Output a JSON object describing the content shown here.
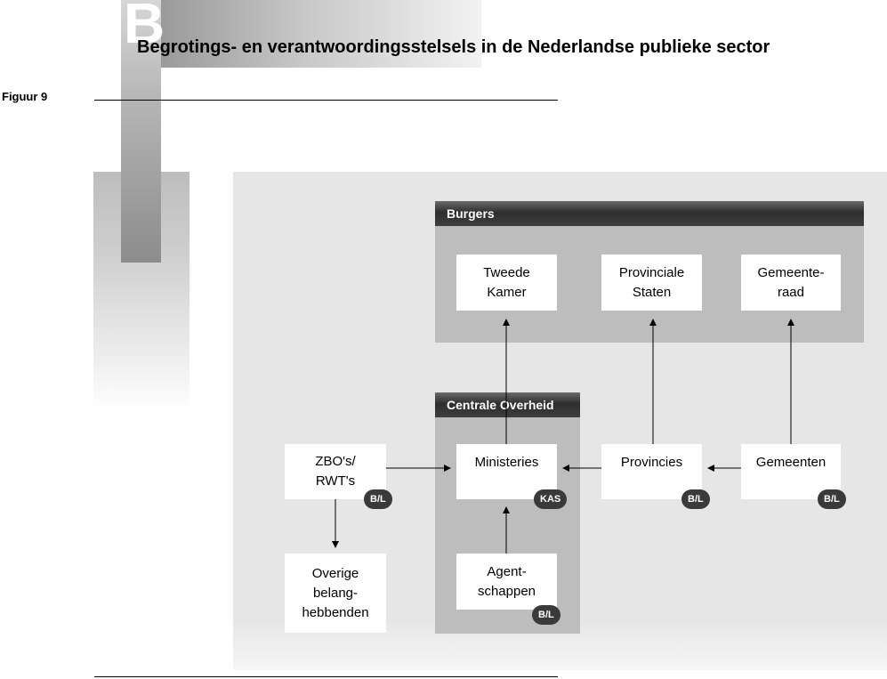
{
  "header": {
    "letter": "B",
    "title": "Begrotings- en verantwoordingsstelsels in de Nederlandse publieke sector",
    "figure_label": "Figuur 9"
  },
  "diagram": {
    "groups": {
      "burgers": "Burgers",
      "centrale_overheid": "Centrale Overheid"
    },
    "nodes": {
      "tweede_kamer": "Tweede\nKamer",
      "provinciale_staten": "Provinciale\nStaten",
      "gemeenteraad": "Gemeente-\nraad",
      "zbos": "ZBO's/\nRWT's",
      "ministeries": "Ministeries",
      "provincies": "Provincies",
      "gemeenten": "Gemeenten",
      "overige": "Overige\nbelang-\nhebbenden",
      "agentschappen": "Agent-\nschappen"
    },
    "badges": {
      "zbos": "B/L",
      "ministeries": "KAS",
      "provincies": "B/L",
      "gemeenten": "B/L",
      "agentschappen": "B/L"
    },
    "colors": {
      "panel": "#e6e6e6",
      "group": "#bdbdbd",
      "group_header": "#2e2e2e",
      "node": "#ffffff",
      "badge": "#3a3a3a"
    }
  }
}
